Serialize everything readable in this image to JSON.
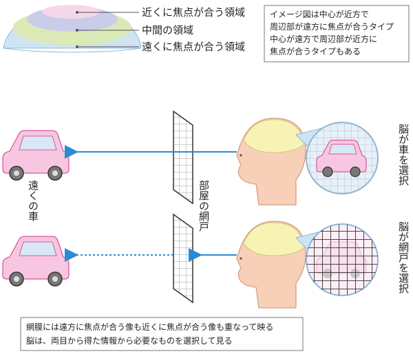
{
  "lens_zones": {
    "near": "近くに焦点が合う領域",
    "middle": "中間の領域",
    "far": "遠くに焦点が合う領域"
  },
  "note_box": {
    "lines": [
      "イメージ図は中心が近方で",
      "周辺部が遠方に焦点が合うタイプ",
      "中心が遠方で周辺部が近方に",
      "焦点が合うタイプもある"
    ]
  },
  "labels": {
    "far_car": "遠くの車",
    "screen": "部屋の網戸",
    "brain_selects_car": "脳が車を選択",
    "brain_selects_screen": "脳が網戸を選択"
  },
  "bottom_box": {
    "lines": [
      "網膜には遠方に焦点が合う像も近くに焦点が合う像も重なって映る",
      "脳は、両目から得た情報から必要なものを選択して見る"
    ]
  },
  "colors": {
    "car": "#f7c6e0",
    "car_outline": "#d9589b",
    "skin": "#f8cfb7",
    "brain": "#f7f3b5",
    "arrow": "#2a8ad4",
    "lens_blue": "#cfe4f3",
    "lens_pink": "#f6d7e8",
    "lens_purple": "#c9cde9",
    "lens_green": "#dbe9b7"
  }
}
